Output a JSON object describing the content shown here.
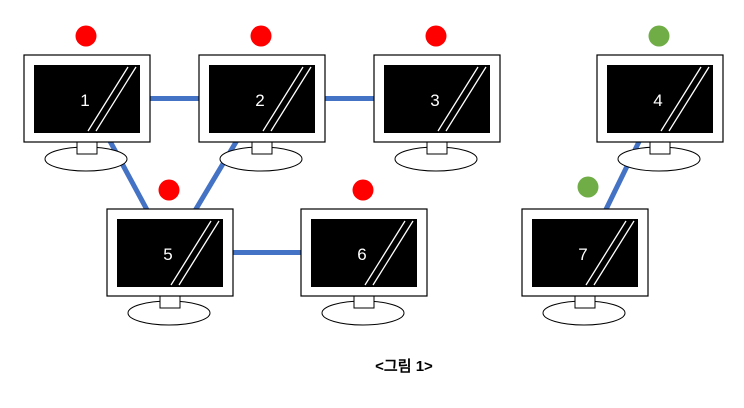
{
  "caption": "<그림 1>",
  "colors": {
    "link": "#4472C4",
    "infected": "#FF0000",
    "clean": "#70AD47",
    "screen": "#000000",
    "frame": "#000000"
  },
  "computers": [
    {
      "id": 1,
      "label": "1",
      "status": "infected"
    },
    {
      "id": 2,
      "label": "2",
      "status": "infected"
    },
    {
      "id": 3,
      "label": "3",
      "status": "infected"
    },
    {
      "id": 4,
      "label": "4",
      "status": "clean"
    },
    {
      "id": 5,
      "label": "5",
      "status": "infected"
    },
    {
      "id": 6,
      "label": "6",
      "status": "infected"
    },
    {
      "id": 7,
      "label": "7",
      "status": "clean"
    }
  ],
  "links": [
    [
      1,
      2
    ],
    [
      2,
      3
    ],
    [
      1,
      5
    ],
    [
      2,
      5
    ],
    [
      5,
      6
    ],
    [
      4,
      7
    ]
  ]
}
